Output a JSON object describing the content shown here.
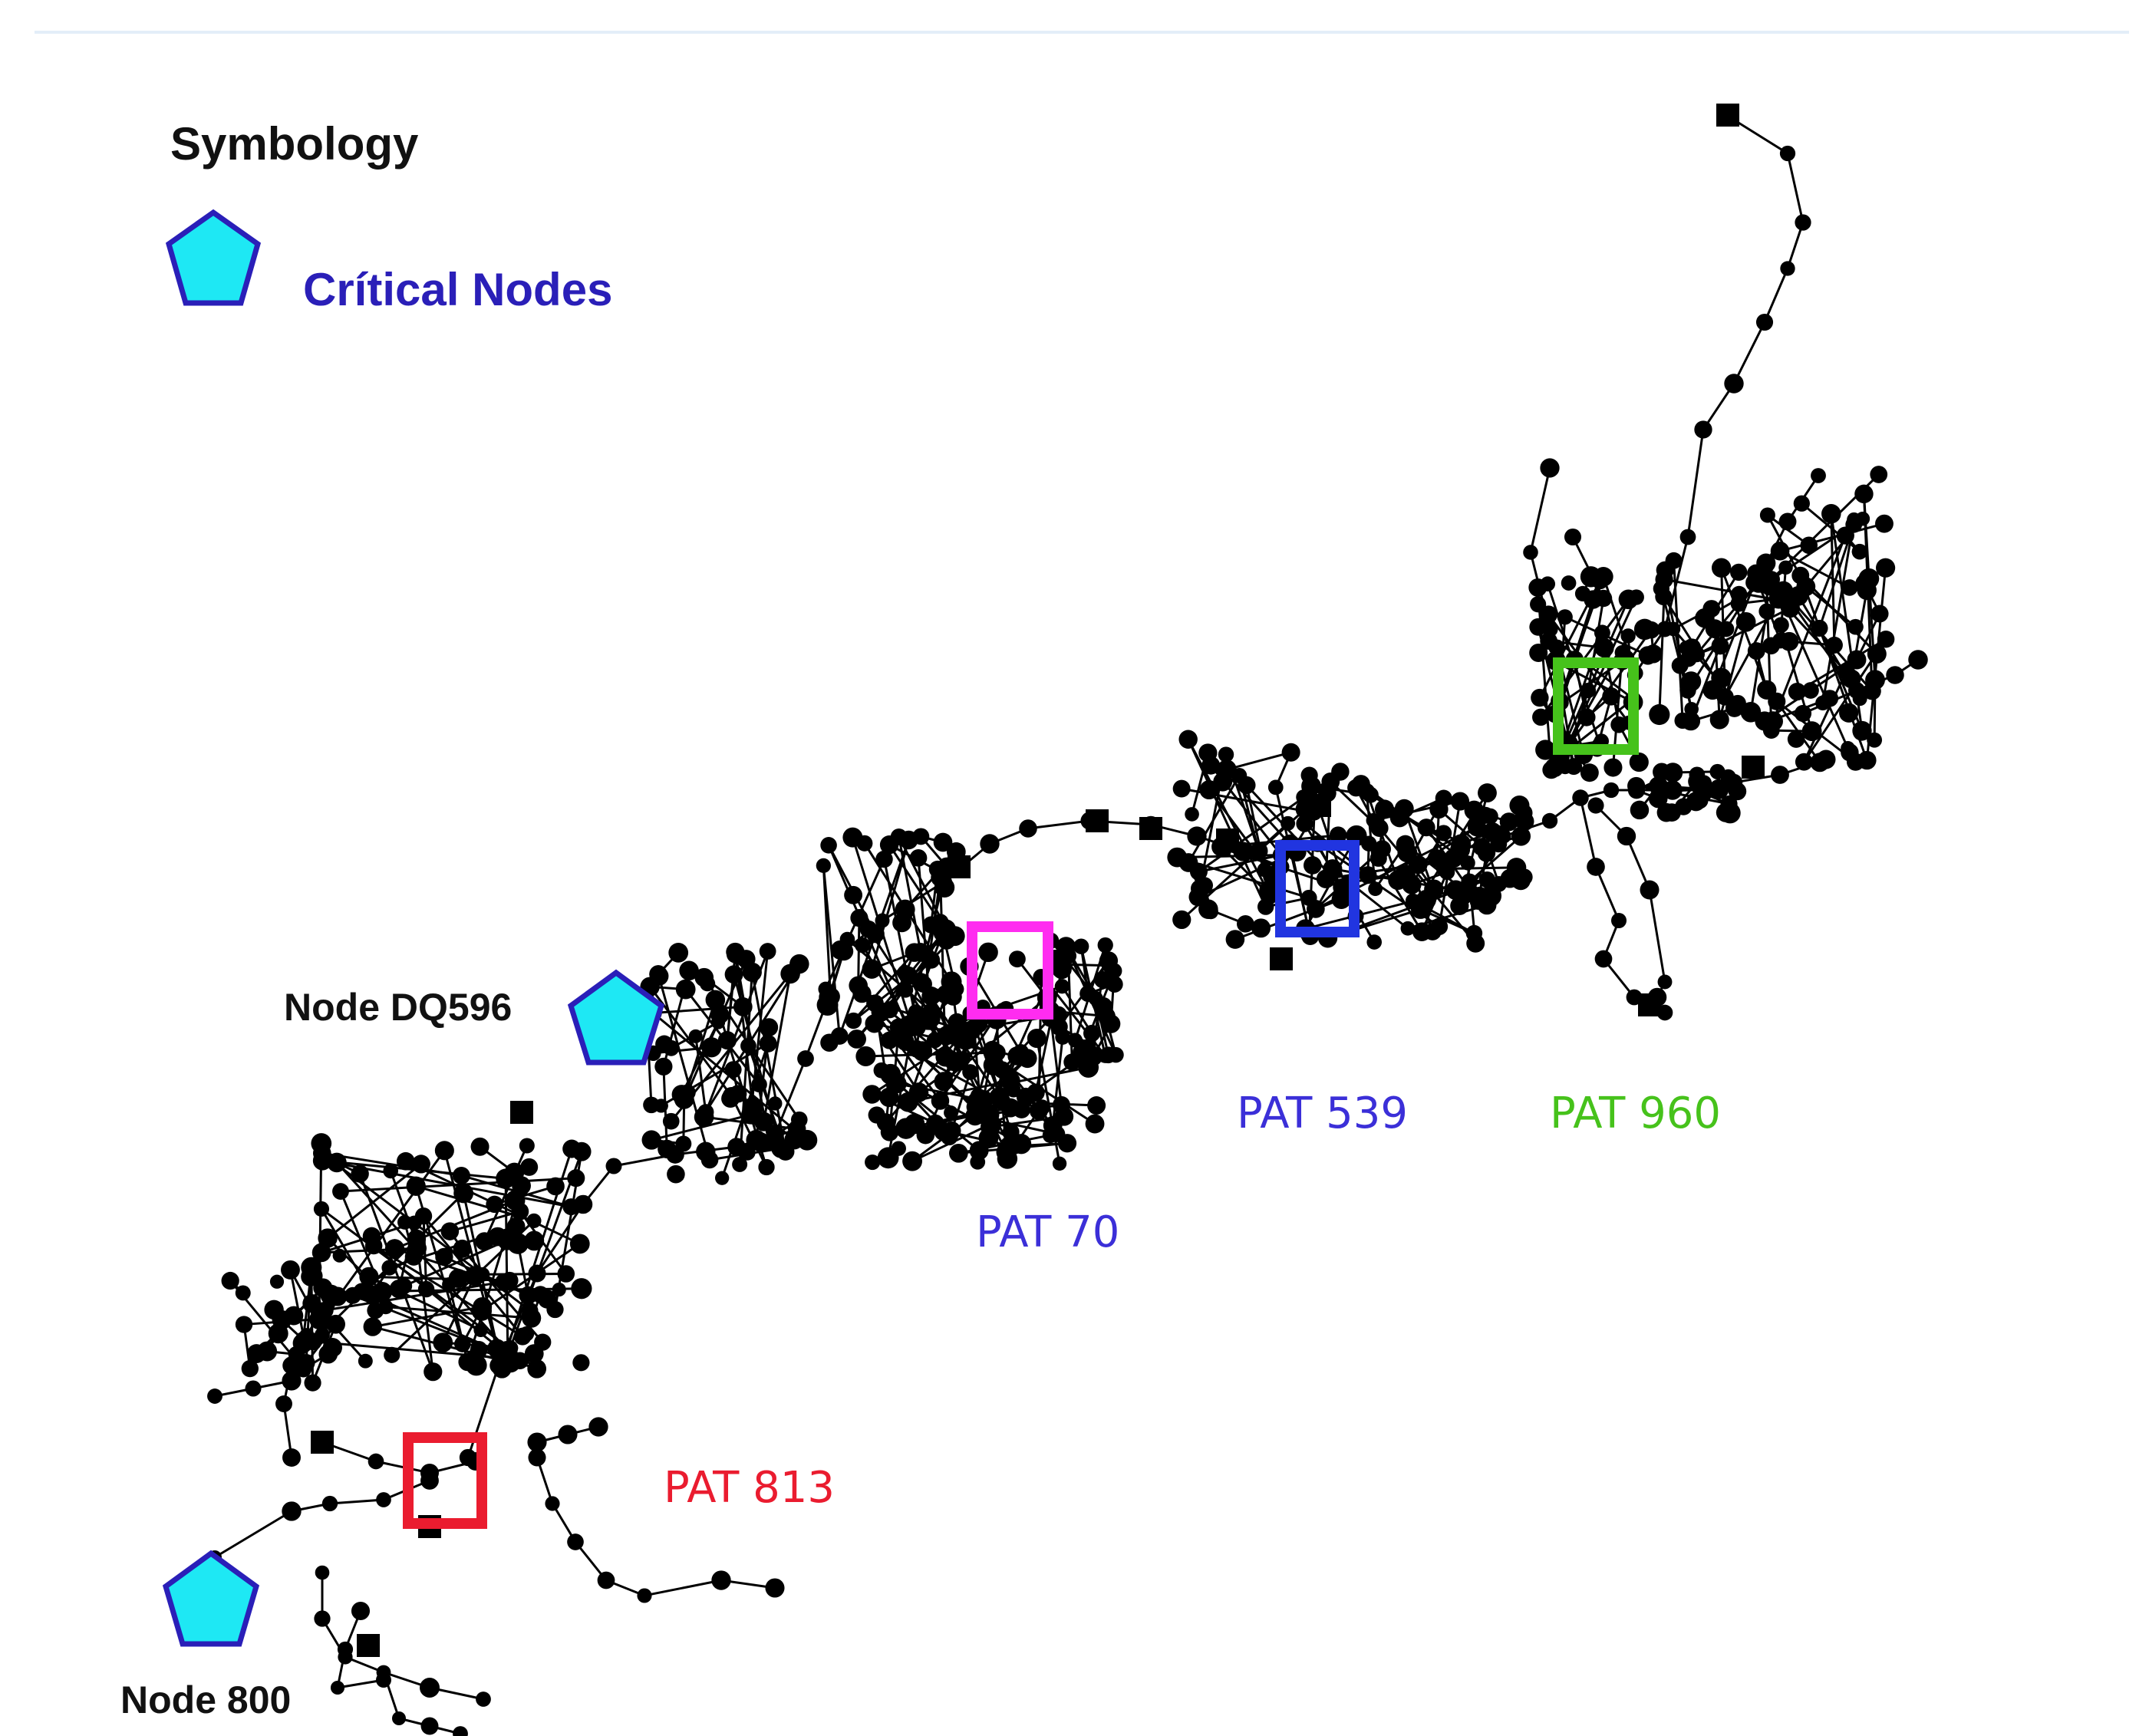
{
  "legend": {
    "title": "Symbology",
    "item_label": "Crítical Nodes",
    "item_icon": "pentagon-icon",
    "item_label_color": "#2a1fb8"
  },
  "critical_nodes": [
    {
      "label": "Node DQ596"
    },
    {
      "label": "Node 800"
    }
  ],
  "pats": [
    {
      "label": "PAT 813",
      "color": "#ea1c2f"
    },
    {
      "label": "PAT 70",
      "color": "#ff2cf0"
    },
    {
      "label": "PAT 539",
      "color": "#2135e0"
    },
    {
      "label": "PAT 960",
      "color": "#46c21b"
    }
  ],
  "colors": {
    "pentagon_fill": "#1ee8f4",
    "pentagon_stroke": "#2a1fb8",
    "network": "#000000",
    "label_dark": "#111111"
  }
}
